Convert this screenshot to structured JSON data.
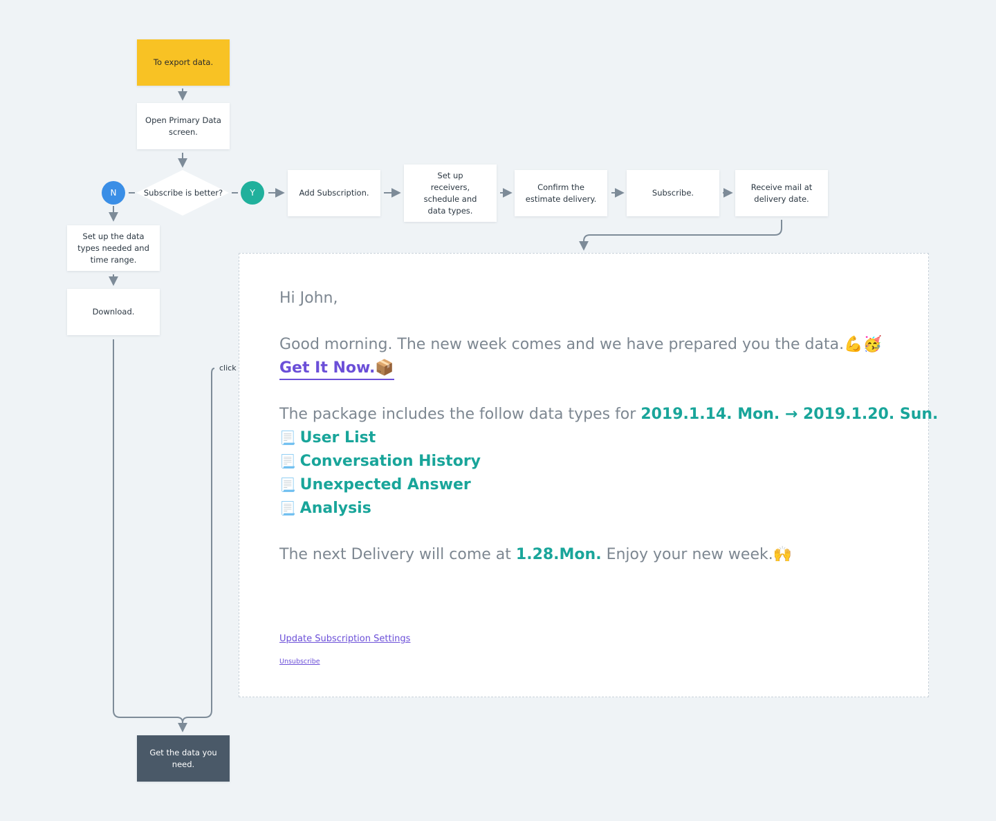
{
  "flow": {
    "start": "To export data.",
    "open_primary": "Open Primary Data screen.",
    "decision": "Subscribe is better?",
    "no_label": "N",
    "yes_label": "Y",
    "no_step_setup": "Set up the data types needed and time range.",
    "no_step_download": "Download.",
    "yes_steps": [
      "Add Subscription.",
      "Set up receivers, schedule and data types.",
      "Confirm the estimate delivery.",
      "Subscribe.",
      "Receive mail at delivery date."
    ],
    "click_label": "click",
    "end": "Get the data you need."
  },
  "email": {
    "greeting": "Hi John,",
    "intro": "Good morning. The new week comes and we have prepared you the data.",
    "intro_emoji": "💪🥳",
    "cta_label": "Get It Now.",
    "cta_emoji": "📦",
    "package_prefix": "The package includes the follow data types for ",
    "date_range": "2019.1.14. Mon. → 2019.1.20. Sun.",
    "item_icon": "📃",
    "data_types": [
      "User List",
      "Conversation History",
      "Unexpected Answer",
      "Analysis"
    ],
    "next_prefix": "The next Delivery will come at ",
    "next_date": "1.28.Mon.",
    "next_suffix": " Enjoy your new week.",
    "next_emoji": "🙌",
    "settings_link": "Update Subscription Settings",
    "unsubscribe_link": "Unsubscribe"
  },
  "colors": {
    "start": "#f8c224",
    "end": "#4a5968",
    "no": "#3a8ee6",
    "yes": "#20b09c",
    "connector": "#7d8b98",
    "highlight": "#19a59a",
    "link": "#6b4fd8"
  }
}
